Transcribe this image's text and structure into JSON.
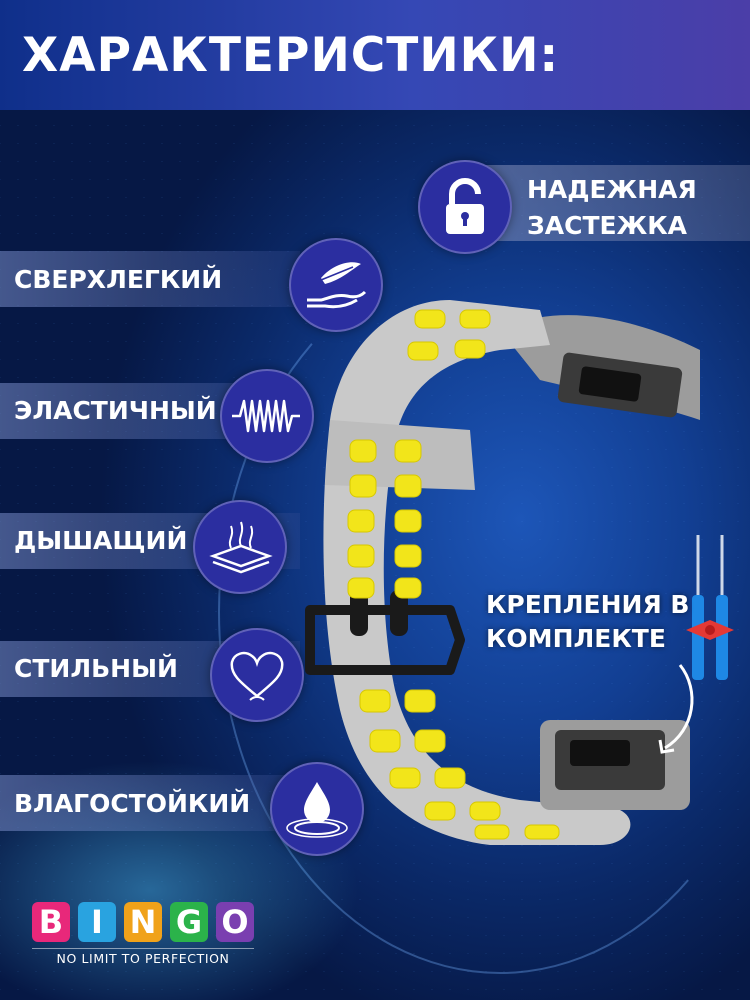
{
  "header": {
    "title": "ХАРАКТЕРИСТИКИ:"
  },
  "lock": {
    "line1": "НАДЕЖНАЯ",
    "line2": "ЗАСТЕЖКА",
    "icon": "lock-icon"
  },
  "features": [
    {
      "label": "СВЕРХЛЕГКИЙ",
      "icon": "feather-hand-icon"
    },
    {
      "label": "ЭЛАСТИЧНЫЙ",
      "icon": "spring-icon"
    },
    {
      "label": "ДЫШАЩИЙ",
      "icon": "breathable-fabric-icon"
    },
    {
      "label": "СТИЛЬНЫЙ",
      "icon": "heart-icon"
    },
    {
      "label": "ВЛАГОСТОЙКИЙ",
      "icon": "water-drop-icon"
    }
  ],
  "mounts": {
    "line1": "КРЕПЛЕНИЯ В",
    "line2": "КОМПЛЕКТЕ"
  },
  "brand": {
    "letters": [
      "B",
      "I",
      "N",
      "G",
      "O"
    ],
    "letter_colors": [
      "#e8287a",
      "#29a3e0",
      "#f0a21a",
      "#2bb34a",
      "#7a3fb0"
    ],
    "tagline": "NO LIMIT TO PERFECTION"
  },
  "colors": {
    "strap_grey": "#c9c9c9",
    "strap_yellow": "#f2e51a",
    "icon_circle": "#2b2ea0"
  }
}
